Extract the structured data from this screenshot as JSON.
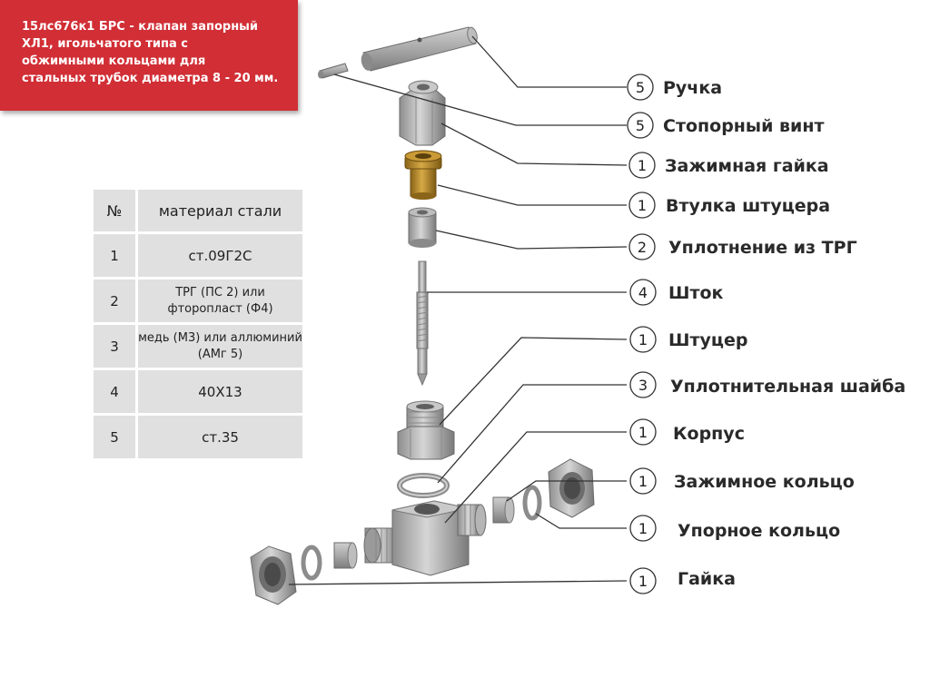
{
  "title": {
    "lines": [
      "15лс676к1 БРС - клапан запорный",
      "ХЛ1, игольчатого типа с",
      "обжимными кольцами для",
      "стальных трубок диаметра  8 - 20 мм."
    ]
  },
  "colors": {
    "banner": "#d12e35",
    "table_cell": "#e0e0e0",
    "part_metal": "#a9a9a9",
    "part_brass": "#b38a2a",
    "leader": "#333333"
  },
  "materials": {
    "header_num": "№",
    "header_material": "материал стали",
    "rows": [
      {
        "num": "1",
        "material": "ст.09Г2С"
      },
      {
        "num": "2",
        "material": "ТРГ (ПС 2) или фторопласт (Ф4)"
      },
      {
        "num": "3",
        "material": "медь (М3) или аллюминий (АМг 5)"
      },
      {
        "num": "4",
        "material": "40Х13"
      },
      {
        "num": "5",
        "material": "ст.35"
      }
    ]
  },
  "callouts": [
    {
      "qty": "5",
      "label": "Ручка"
    },
    {
      "qty": "5",
      "label": "Стопорный винт"
    },
    {
      "qty": "1",
      "label": "Зажимная гайка"
    },
    {
      "qty": "1",
      "label": "Втулка штуцера"
    },
    {
      "qty": "2",
      "label": "Уплотнение из ТРГ"
    },
    {
      "qty": "4",
      "label": "Шток"
    },
    {
      "qty": "1",
      "label": "Штуцер"
    },
    {
      "qty": "3",
      "label": "Уплотнительная шайба"
    },
    {
      "qty": "1",
      "label": "Корпус"
    },
    {
      "qty": "1",
      "label": "Зажимное кольцо"
    },
    {
      "qty": "1",
      "label": "Упорное кольцо"
    },
    {
      "qty": "1",
      "label": "Гайка"
    }
  ]
}
